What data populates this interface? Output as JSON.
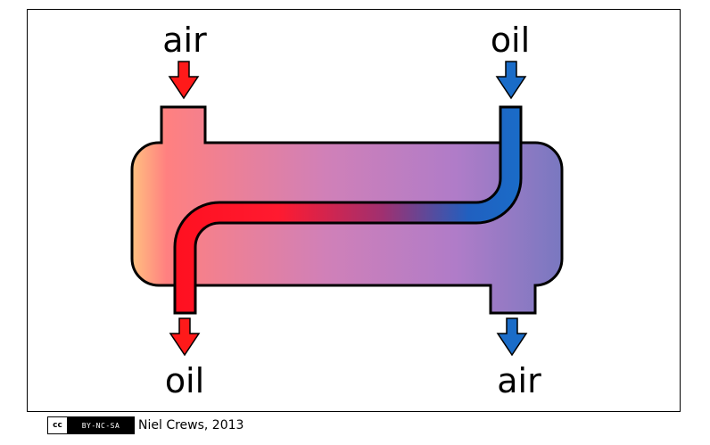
{
  "labels": {
    "air_in": "air",
    "oil_in": "oil",
    "oil_out": "oil",
    "air_out": "air"
  },
  "colors": {
    "air_hot": "#ff2020",
    "air_warm": "#ff8080",
    "air_cool": "#b07cc8",
    "air_end": "#7c7cc0",
    "oil_cold": "#1a6cc8",
    "oil_hot": "#ff1020",
    "arrow_red": "#ff1a1a",
    "arrow_blue": "#1a6cc8"
  },
  "footer": {
    "license_badge": "BY-NC-SA",
    "license_icon": "cc",
    "credit": "Niel Crews, 2013"
  }
}
